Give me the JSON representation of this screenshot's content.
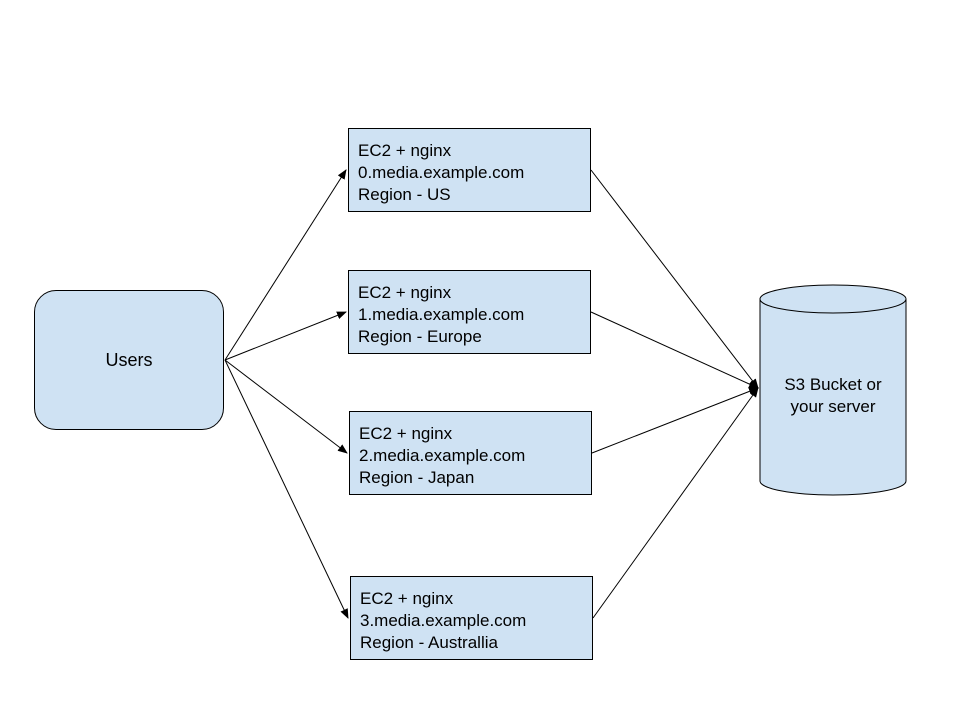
{
  "users": {
    "label": "Users"
  },
  "servers": [
    {
      "line1": "EC2 + nginx",
      "line2": "0.media.example.com",
      "line3": "Region - US"
    },
    {
      "line1": "EC2 + nginx",
      "line2": "1.media.example.com",
      "line3": "Region - Europe"
    },
    {
      "line1": "EC2 + nginx",
      "line2": "2.media.example.com",
      "line3": "Region - Japan"
    },
    {
      "line1": "EC2 + nginx",
      "line2": "3.media.example.com",
      "line3": "Region - Australlia"
    }
  ],
  "storage": {
    "line1": "S3 Bucket or",
    "line2": "your server"
  },
  "colors": {
    "fill": "#cfe2f3",
    "stroke": "#000000"
  }
}
